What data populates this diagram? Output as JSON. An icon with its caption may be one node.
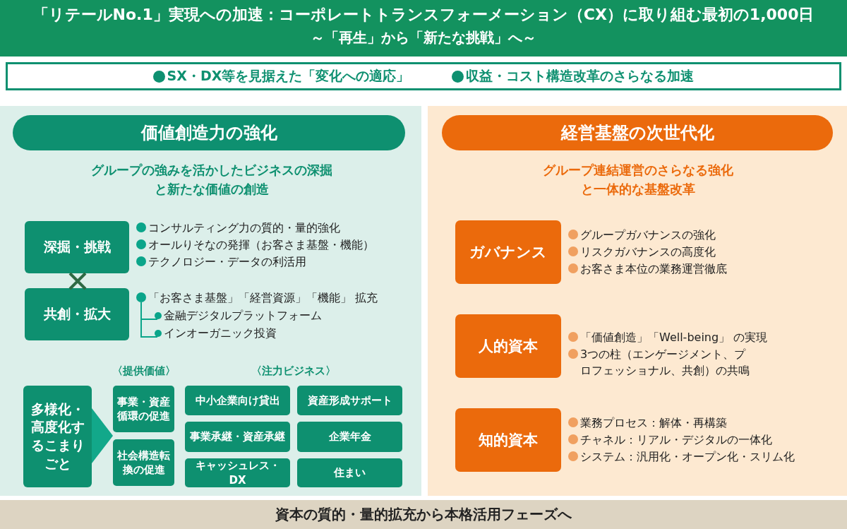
{
  "diagram": {
    "title": "「リテールNo.1」実現への加速：コーポレートトランスフォーメーション（CX）に取り組む最初の1,000日",
    "nodes": [
      {
        "text": [
          "SX・DX等を見据えた「変化への適応」",
          "収益・コスト構造改革のさらなる加速"
        ]
      },
      {
        "text": [
          "グループの強みを活かしたビジネスの深掘と新たな価値の創造"
        ]
      },
      {
        "text": [
          "価値創造力の強化"
        ],
        "in": 1
      },
      {
        "text": [
          "深掘・挑戦"
        ],
        "in": 1,
        "beside": [
          "コンサルティング力の質的・量的強化",
          "オールりそなの発揮（お客さま基盤・機能）",
          "テクノロジー・データの利活用"
        ]
      },
      {
        "text": [
          "共創・拡大"
        ],
        "in": 1,
        "beside": [
          "「お客さま基盤」「経営資源」「機能」 拡充",
          "金融デジタルプラットフォーム",
          "インオーガニック投資"
        ]
      },
      {
        "text": [
          "多様化・高度化するこまりごと"
        ],
        "in": 1
      },
      {
        "text": [
          "事業・資産循環の促進"
        ],
        "in": 1
      },
      {
        "text": [
          "社会構造転換の促進"
        ],
        "in": 1
      },
      {
        "text": [
          "中小企業向け貸出"
        ],
        "in": 1
      },
      {
        "text": [
          "資産形成サポート"
        ],
        "in": 1
      },
      {
        "text": [
          "事業承継・資産承継"
        ],
        "in": 1
      },
      {
        "text": [
          "企業年金"
        ],
        "in": 1
      },
      {
        "text": [
          "キャッシュレス・DX"
        ],
        "in": 1
      },
      {
        "text": [
          "住まい"
        ],
        "in": 1
      },
      {
        "text": [
          "グループ連結運営のさらなる強化と一体的な基盤改革"
        ]
      },
      {
        "text": [
          "経営基盤の次世代化"
        ],
        "in": 14
      },
      {
        "text": [
          "ガバナンス"
        ],
        "in": 14,
        "beside": [
          "グループガバナンスの強化",
          "リスクガバナンスの高度化",
          "お客さま本位の業務運営徹底"
        ]
      },
      {
        "text": [
          "人的資本"
        ],
        "in": 14,
        "beside": [
          "「価値創造」「Well-being」 の実現",
          "3つの柱（エンゲージメント、プロフェッショナル、共創）の共鳴"
        ]
      },
      {
        "text": [
          "知的資本"
        ],
        "in": 14,
        "beside": [
          "業務プロセス：解体・再構築",
          "チャネル：リアル・デジタルの一体化",
          "システム：汎用化・オープン化・スリム化"
        ]
      },
      {
        "text": [
          "資本の質的・量的拡充から本格活用フェーズへ"
        ]
      }
    ],
    "edges": [
      {
        "from": 5,
        "to": 6,
        "arrow": "to"
      },
      {
        "from": 5,
        "to": 7,
        "arrow": "to"
      }
    ],
    "labels": [
      "～「再生」から「新たな挑戦」へ～",
      "〈提供価値〉",
      "〈注力ビジネス〉"
    ]
  }
}
